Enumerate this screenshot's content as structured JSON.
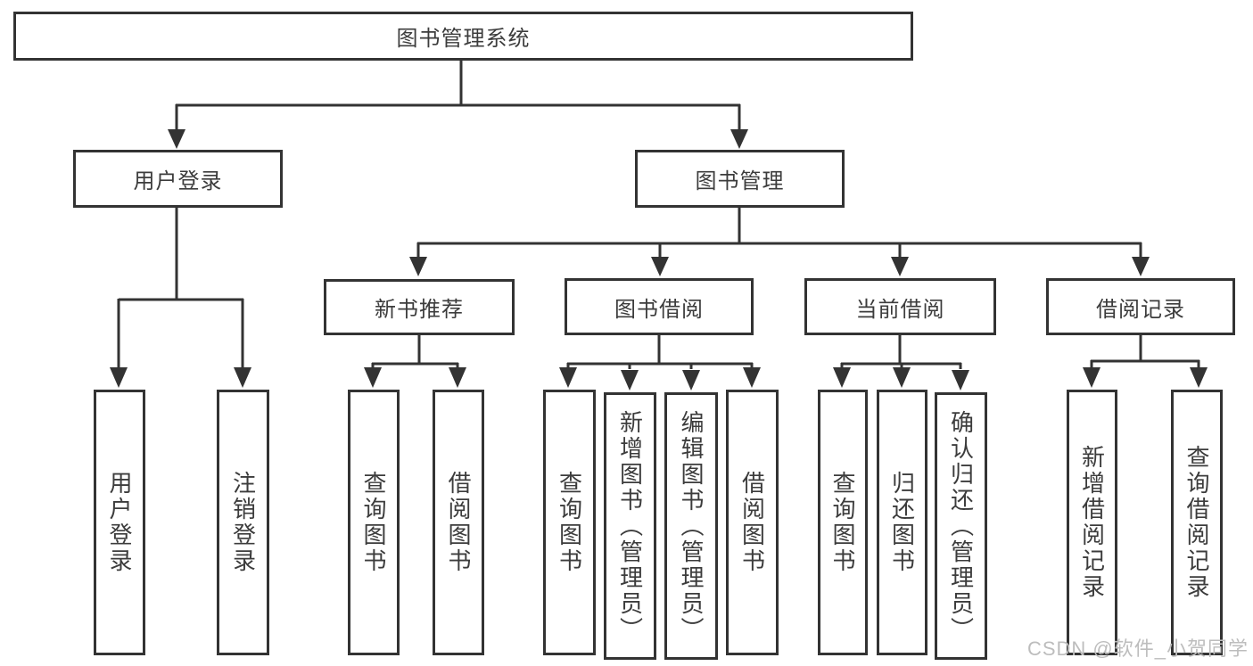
{
  "colors": {
    "line": "#333333",
    "text": "#3c3c3c",
    "background": "#ffffff",
    "watermark": "#bdbdbd"
  },
  "watermark": "CSDN @软件_小贺同学",
  "tree": {
    "root": "图书管理系统",
    "branches": [
      {
        "label": "用户登录",
        "children": [
          "用户登录",
          "注销登录"
        ]
      },
      {
        "label": "图书管理",
        "groups": [
          {
            "label": "新书推荐",
            "children": [
              "查询图书",
              "借阅图书"
            ]
          },
          {
            "label": "图书借阅",
            "children": [
              "查询图书",
              "新增图书（管理员）",
              "编辑图书（管理员）",
              "借阅图书"
            ]
          },
          {
            "label": "当前借阅",
            "children": [
              "查询图书",
              "归还图书",
              "确认归还（管理员）"
            ]
          },
          {
            "label": "借阅记录",
            "children": [
              "新增借阅记录",
              "查询借阅记录"
            ]
          }
        ]
      }
    ]
  }
}
